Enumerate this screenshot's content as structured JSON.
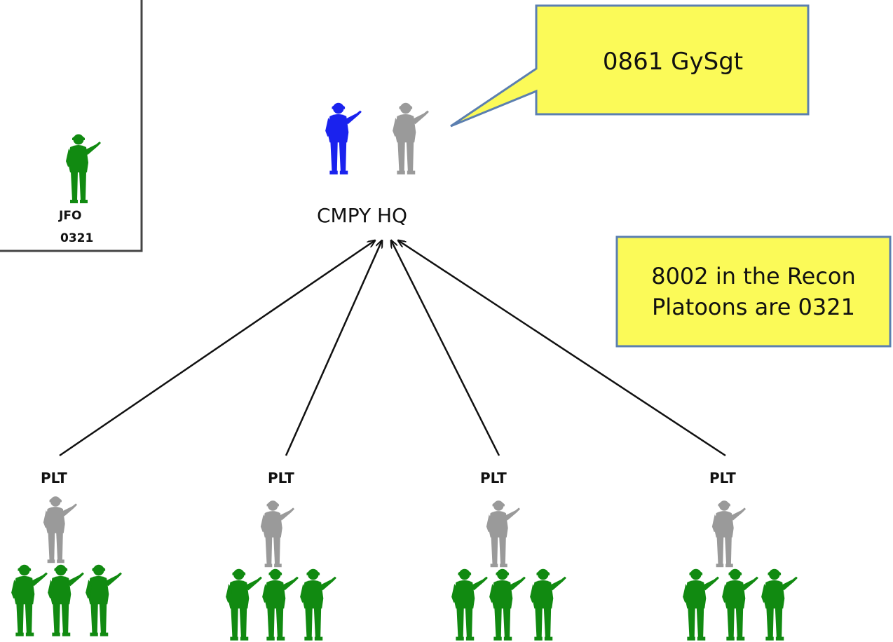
{
  "colors": {
    "leader_blue": "#1a22ee",
    "gray_figure": "#9a9a9a",
    "green_figure": "#118a11",
    "callout_fill": "#fbfa58",
    "callout_border": "#5b7fb0",
    "box_border": "#444444",
    "arrow": "#111111"
  },
  "icons": {
    "soldier": "soldier-silhouette-icon"
  },
  "jfo_box": {
    "title": "JFO",
    "code": "0321"
  },
  "hq": {
    "label": "CMPY HQ"
  },
  "callouts": {
    "gysgt": "0861 GySgt",
    "recon_line1": "8002 in the Recon",
    "recon_line2": "Platoons are 0321"
  },
  "platoons": [
    {
      "label": "PLT"
    },
    {
      "label": "PLT"
    },
    {
      "label": "PLT"
    },
    {
      "label": "PLT"
    }
  ]
}
